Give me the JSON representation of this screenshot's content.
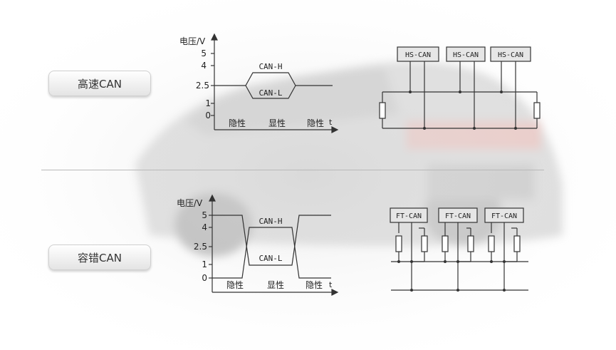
{
  "sections": {
    "high_speed": {
      "label": "高速CAN"
    },
    "fault_tolerant": {
      "label": "容错CAN"
    }
  },
  "hs_chart": {
    "axis_label": "电压/V",
    "y_ticks": [
      "5",
      "4",
      "2.5",
      "1",
      "0"
    ],
    "x_axis_letter": "t",
    "line_labels": [
      "CAN-H",
      "CAN-L"
    ],
    "phases": [
      "隐性",
      "显性",
      "隐性"
    ]
  },
  "ft_chart": {
    "axis_label": "电压/V",
    "y_ticks": [
      "5",
      "4",
      "2.5",
      "1",
      "0"
    ],
    "x_axis_letter": "t",
    "line_labels": [
      "CAN-H",
      "CAN-L"
    ],
    "phases": [
      "隐性",
      "显性",
      "隐性"
    ]
  },
  "hs_bus": {
    "nodes": [
      "HS-CAN",
      "HS-CAN",
      "HS-CAN"
    ]
  },
  "ft_bus": {
    "nodes": [
      "FT-CAN",
      "FT-CAN",
      "FT-CAN"
    ]
  },
  "colors": {
    "line": "#333333",
    "node_fill": "#e6e6e6",
    "divider": "#b9b9b9"
  }
}
